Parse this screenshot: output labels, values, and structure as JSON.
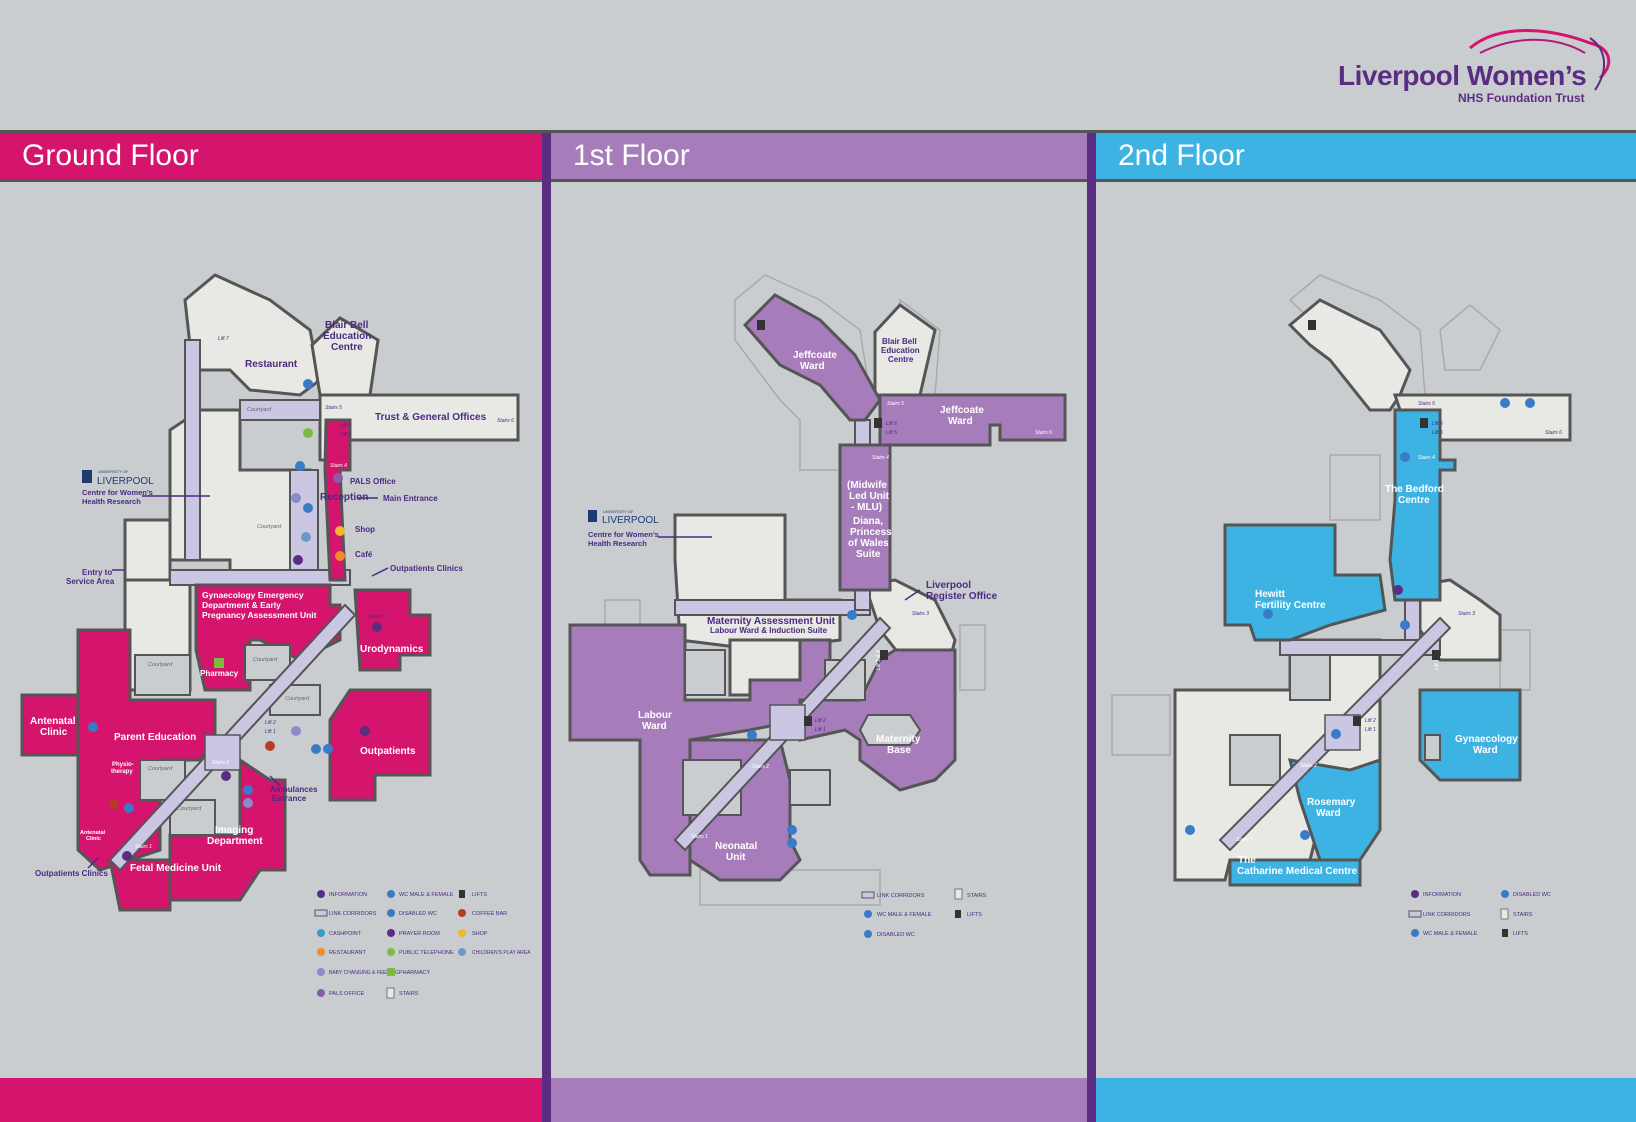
{
  "brand": {
    "name": "Liverpool Women’s",
    "sub": "NHS Foundation Trust"
  },
  "colors": {
    "ground": "#d4146d",
    "first": "#a67dba",
    "second": "#3db3e3",
    "room": "#e8e8e4",
    "corridor": "#cbc7e3",
    "outline": "#555555",
    "divider": "#5a2d82",
    "text": "#4a2a82"
  },
  "ground": {
    "title": "Ground Floor",
    "uni": {
      "top": "UNIVERSITY OF",
      "name": "LIVERPOOL",
      "l1": "Centre for Women’s",
      "l2": "Health Research"
    },
    "labels": {
      "blair1": "Blair Bell",
      "blair2": "Education",
      "blair3": "Centre",
      "restaurant": "Restaurant",
      "trust": "Trust & General Offices",
      "pals": "PALS Office",
      "reception": "Reception",
      "main_entrance": "Main Entrance",
      "shop": "Shop",
      "cafe": "Café",
      "outpatients_clinics": "Outpatients Clinics",
      "entry1": "Entry to",
      "entry2": "Service Area",
      "gyn1": "Gynaecology Emergency",
      "gyn2": "Department & Early",
      "gyn3": "Pregnancy Assessment Unit",
      "pharmacy": "Pharmacy",
      "urodynamics": "Urodynamics",
      "antenatal1": "Antenatal",
      "antenatal2": "Clinic",
      "parent_education": "Parent Education",
      "physio1": "Physio-",
      "physio2": "therapy",
      "outpatients": "Outpatients",
      "ambulance1": "Ambulances",
      "ambulance2": "Entrance",
      "imaging1": "Imaging",
      "imaging2": "Department",
      "antenatal_small1": "Antenatal",
      "antenatal_small2": "Clinic",
      "fetal": "Fetal Medicine Unit",
      "outpatients_clinics2": "Outpatients Clinics",
      "courtyard": "Courtyard",
      "stairs1": "Stairs 1",
      "stairs2": "Stairs 2",
      "stairs3": "Stairs 3",
      "stairs4": "Stairs 4",
      "stairs5": "Stairs 5",
      "stairs6": "Stairs 6",
      "lift1": "Lift 1",
      "lift2": "Lift 2",
      "lift3": "Lift 3",
      "lift4": "Lift 4",
      "lift5": "Lift 5",
      "lift6": "Lift 6",
      "lift7": "Lift 7"
    },
    "legend": [
      {
        "icon": "information-icon",
        "label": "INFORMATION"
      },
      {
        "icon": "wc-icon",
        "label": "WC MALE & FEMALE"
      },
      {
        "icon": "lift-icon",
        "label": "LIFTS"
      },
      {
        "icon": "corridor-icon",
        "label": "LINK CORRIDORS"
      },
      {
        "icon": "disabled-wc-icon",
        "label": "DISABLED WC"
      },
      {
        "icon": "coffee-icon",
        "label": "COFFEE BAR"
      },
      {
        "icon": "cashpoint-icon",
        "label": "CASHPOINT"
      },
      {
        "icon": "prayer-icon",
        "label": "PRAYER ROOM"
      },
      {
        "icon": "shop-icon",
        "label": "SHOP"
      },
      {
        "icon": "restaurant-icon",
        "label": "RESTAURANT"
      },
      {
        "icon": "telephone-icon",
        "label": "PUBLIC TELEPHONE"
      },
      {
        "icon": "play-area-icon",
        "label": "CHILDREN’S PLAY AREA"
      },
      {
        "icon": "baby-icon",
        "label": "BABY CHANGING & FEEDING"
      },
      {
        "icon": "pharmacy-icon",
        "label": "PHARMACY"
      },
      {
        "icon": "pals-icon",
        "label": "PALS OFFICE"
      },
      {
        "icon": "stairs-icon",
        "label": "STAIRS"
      }
    ]
  },
  "first": {
    "title": "1st Floor",
    "uni": {
      "top": "UNIVERSITY OF",
      "name": "LIVERPOOL",
      "l1": "Centre for Women’s",
      "l2": "Health Research"
    },
    "labels": {
      "jeff1a": "Jeffcoate",
      "jeff1b": "Ward",
      "blair1": "Blair Bell",
      "blair2": "Education",
      "blair3": "Centre",
      "jeff2a": "Jeffcoate",
      "jeff2b": "Ward",
      "mlu1": "(Midwife",
      "mlu2": "Led Unit",
      "mlu3": "- MLU)",
      "diana1": "Diana,",
      "diana2": "Princess",
      "diana3": "of Wales",
      "diana4": "Suite",
      "register1": "Liverpool",
      "register2": "Register Office",
      "mau1": "Maternity Assessment Unit",
      "mau2": "Labour Ward & Induction Suite",
      "labour1": "Labour",
      "labour2": "Ward",
      "matbase1": "Maternity",
      "matbase2": "Base",
      "neonatal1": "Neonatal",
      "neonatal2": "Unit",
      "stairs1": "Stairs 1",
      "stairs2": "Stairs 2",
      "stairs3": "Stairs 3",
      "stairs4": "Stairs 4",
      "stairs5": "Stairs 5",
      "stairs6": "Stairs 6",
      "lift1": "Lift 1",
      "lift2": "Lift 2",
      "lift5": "Lift 5",
      "lift6": "Lift 6",
      "lift34": "Lift 3 & 4"
    },
    "legend": [
      {
        "icon": "corridor-icon",
        "label": "LINK CORRIDORS"
      },
      {
        "icon": "stairs-icon",
        "label": "STAIRS"
      },
      {
        "icon": "wc-icon",
        "label": "WC MALE & FEMALE"
      },
      {
        "icon": "lift-icon",
        "label": "LIFTS"
      },
      {
        "icon": "disabled-wc-icon",
        "label": "DISABLED WC"
      }
    ]
  },
  "second": {
    "title": "2nd Floor",
    "labels": {
      "bedford1": "The Bedford",
      "bedford2": "Centre",
      "hewitt1": "Hewitt",
      "hewitt2": "Fertility Centre",
      "gynward1": "Gynaecology",
      "gynward2": "Ward",
      "rosemary1": "Rosemary",
      "rosemary2": "Ward",
      "catharine1": "The",
      "catharine2": "Catharine Medical Centre",
      "stairs1": "Stairs 1",
      "stairs2": "Stairs 2",
      "stairs3": "Stairs 3",
      "stairs4": "Stairs 4",
      "stairs5": "Stairs 5",
      "stairs6": "Stairs 6",
      "lift1": "Lift 1",
      "lift2": "Lift 2",
      "lift5": "Lift 5",
      "lift6": "Lift 6",
      "lift34": "Lift 3 & 4"
    },
    "legend": [
      {
        "icon": "information-icon",
        "label": "INFORMATION"
      },
      {
        "icon": "disabled-wc-icon",
        "label": "DISABLED WC"
      },
      {
        "icon": "corridor-icon",
        "label": "LINK CORRIDORS"
      },
      {
        "icon": "stairs-icon",
        "label": "STAIRS"
      },
      {
        "icon": "wc-icon",
        "label": "WC MALE & FEMALE"
      },
      {
        "icon": "lift-icon",
        "label": "LIFTS"
      }
    ]
  }
}
